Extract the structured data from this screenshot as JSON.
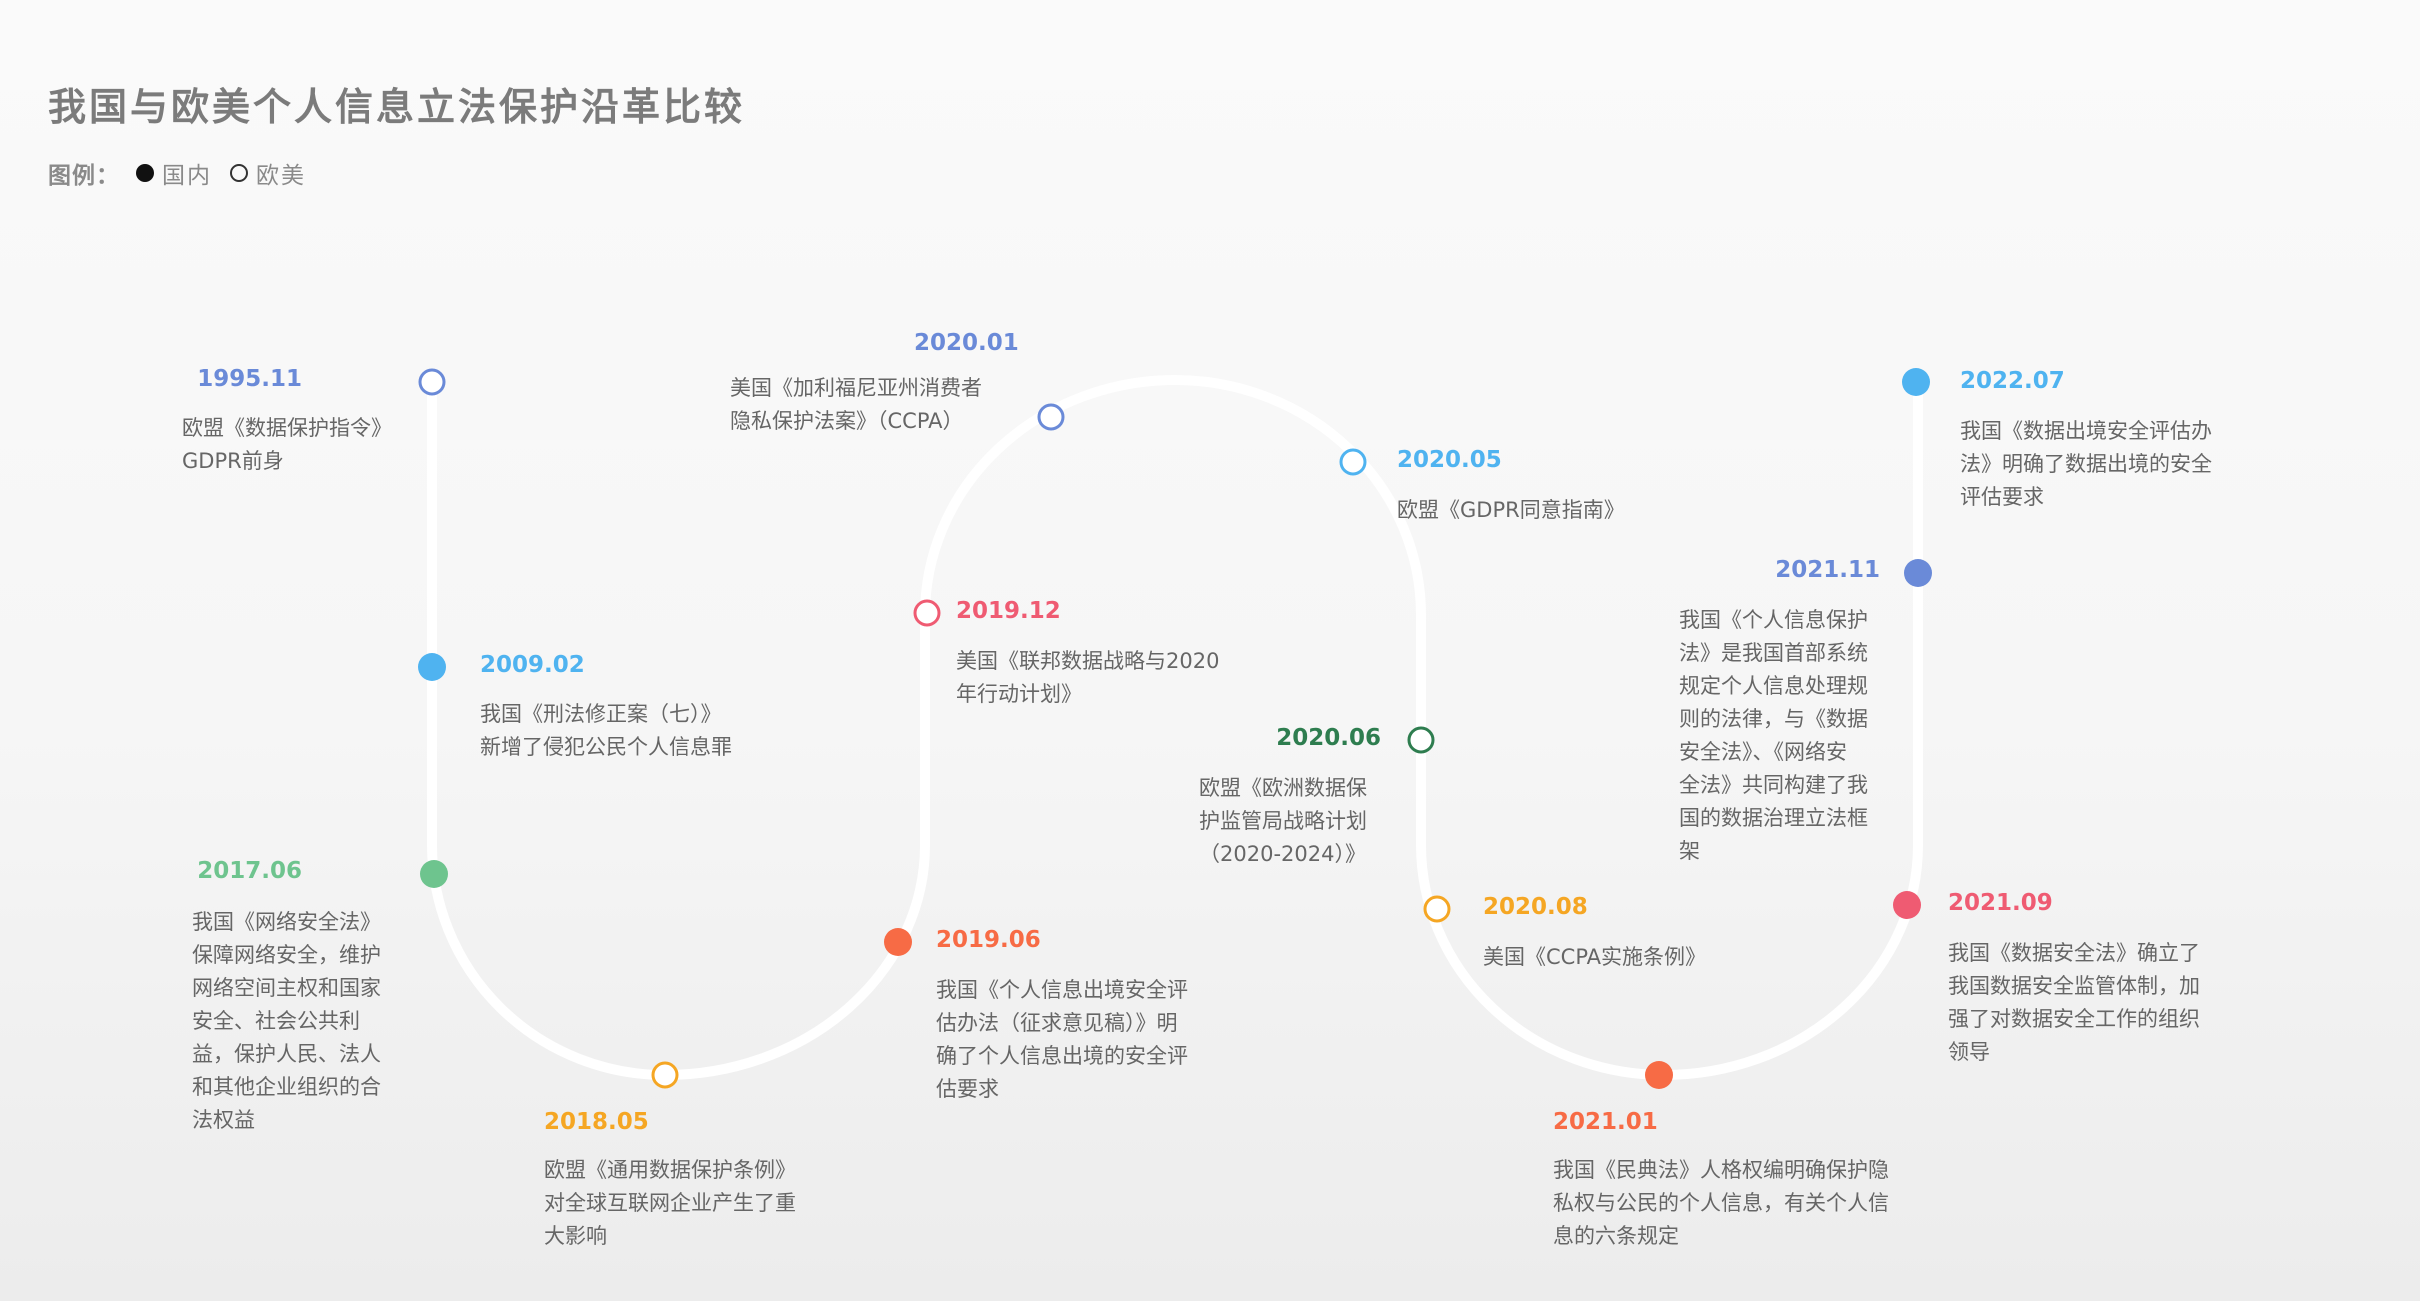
{
  "title": "我国与欧美个人信息立法保护沿革比较",
  "legend": {
    "label": "图例：",
    "domestic": "国内",
    "foreign": "欧美"
  },
  "events": [
    {
      "date": "1995.11",
      "desc": "欧盟《数据保护指令》\nGDPR前身",
      "color": "#6a8ad8",
      "filled": false
    },
    {
      "date": "2009.02",
      "desc": "我国《刑法修正案（七）》\n新增了侵犯公民个人信息罪",
      "color": "#4fb3f0",
      "filled": true
    },
    {
      "date": "2017.06",
      "desc": "我国《网络安全法》\n保障网络安全，维护\n网络空间主权和国家\n安全、社会公共利\n益，保护人民、法人\n和其他企业组织的合\n法权益",
      "color": "#6ec48e",
      "filled": true
    },
    {
      "date": "2018.05",
      "desc": "欧盟《通用数据保护条例》\n对全球互联网企业产生了重\n大影响",
      "color": "#f5a623",
      "filled": false
    },
    {
      "date": "2019.06",
      "desc": "我国《个人信息出境安全评\n估办法（征求意见稿）》明\n确了个人信息出境的安全评\n估要求",
      "color": "#f76b45",
      "filled": true
    },
    {
      "date": "2019.12",
      "desc": "美国《联邦数据战略与2020\n年行动计划》",
      "color": "#ef5b72",
      "filled": false
    },
    {
      "date": "2020.01",
      "desc": "美国《加利福尼亚州消费者\n隐私保护法案》（CCPA）",
      "color": "#6a8ad8",
      "filled": false
    },
    {
      "date": "2020.05",
      "desc": "欧盟《GDPR同意指南》",
      "color": "#4fb3f0",
      "filled": false
    },
    {
      "date": "2020.06",
      "desc": "欧盟《欧洲数据保\n护监管局战略计划\n（2020-2024）》",
      "color": "#2e7d4f",
      "filled": false
    },
    {
      "date": "2020.08",
      "desc": "美国《CCPA实施条例》",
      "color": "#f5a623",
      "filled": false
    },
    {
      "date": "2021.01",
      "desc": "我国《民典法》人格权编明确保护隐\n私权与公民的个人信息，有关个人信\n息的六条规定",
      "color": "#f76b45",
      "filled": true
    },
    {
      "date": "2021.09",
      "desc": "我国《数据安全法》确立了\n我国数据安全监管体制，加\n强了对数据安全工作的组织\n领导",
      "color": "#ef5b72",
      "filled": true
    },
    {
      "date": "2021.11",
      "desc": "我国《个人信息保护\n法》是我国首部系统\n规定个人信息处理规\n则的法律，与《数据\n安全法》、《网络安\n全法》共同构建了我\n国的数据治理立法框\n架",
      "color": "#6a8ad8",
      "filled": true
    },
    {
      "date": "2022.07",
      "desc": "我国《数据出境安全评估办\n法》明确了数据出境的安全\n评估要求",
      "color": "#4fb3f0",
      "filled": true
    }
  ]
}
